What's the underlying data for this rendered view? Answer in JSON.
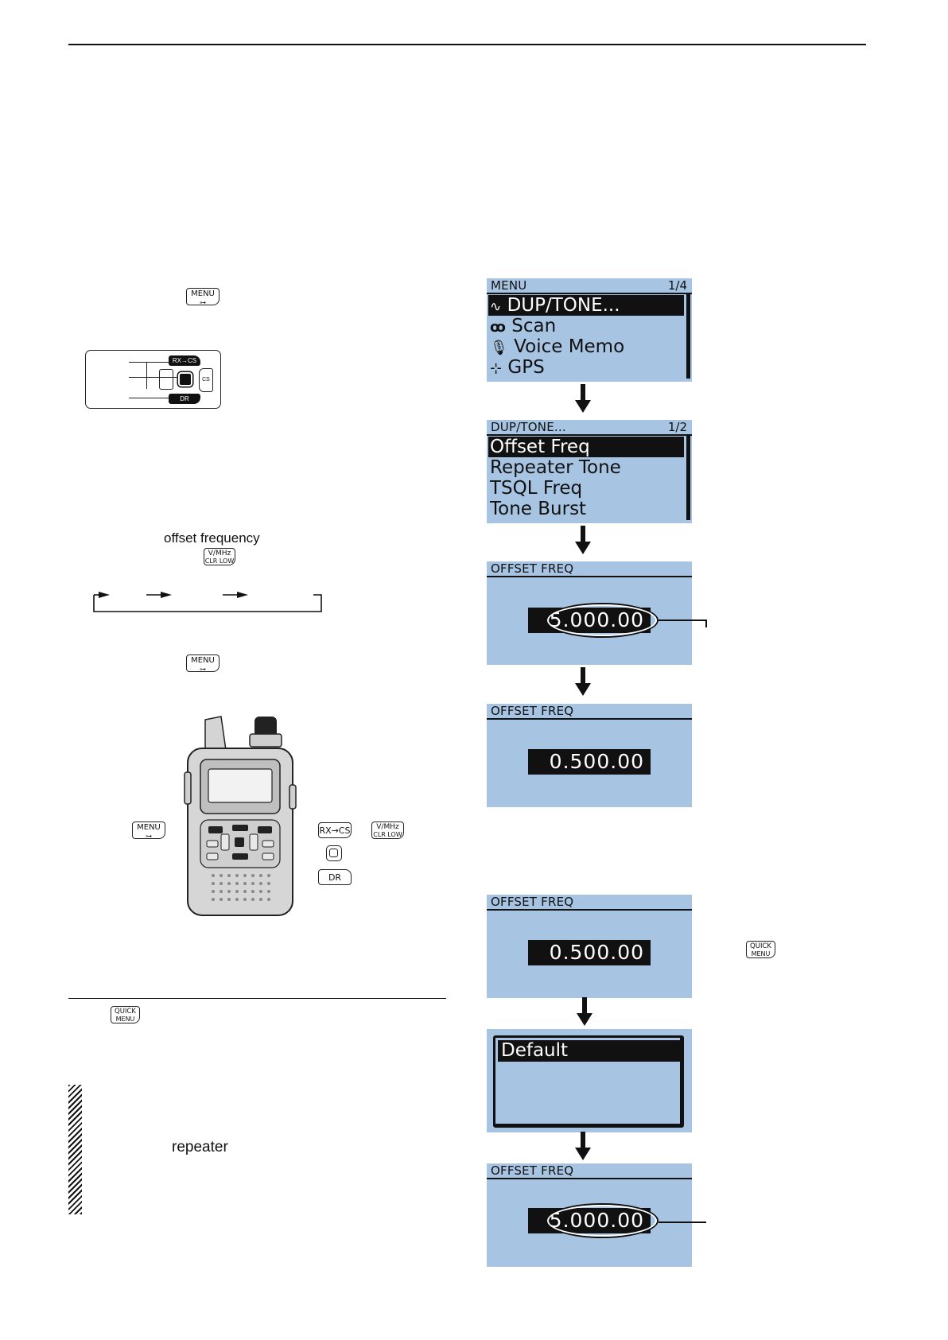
{
  "left": {
    "keys": {
      "menu": "MENU",
      "menu_sub": "⊶",
      "vmhz": "V/MHz",
      "vmhz_sub": "CLR LOW",
      "rxcs": "RX→CS",
      "dr": "DR",
      "quick": "QUICK",
      "quick_sub": "MENU",
      "cs": "CS"
    },
    "offset_frequency_text": "offset frequency",
    "repeater_text": "repeater"
  },
  "screens": {
    "menu": {
      "title": "MENU",
      "page": "1/4",
      "items": [
        "DUP/TONE...",
        "Scan",
        "Voice Memo",
        "GPS"
      ]
    },
    "duptone": {
      "title": "DUP/TONE...",
      "page": "1/2",
      "items": [
        "Offset Freq",
        "Repeater Tone",
        "TSQL Freq",
        "Tone Burst"
      ]
    },
    "offset1": {
      "title": "OFFSET FREQ",
      "value": "5.000.00"
    },
    "offset2": {
      "title": "OFFSET FREQ",
      "value": "0.500.00"
    },
    "offset3": {
      "title": "OFFSET FREQ",
      "value": "0.500.00"
    },
    "default_menu": {
      "item": "Default"
    },
    "offset4": {
      "title": "OFFSET FREQ",
      "value": "5.000.00"
    }
  }
}
